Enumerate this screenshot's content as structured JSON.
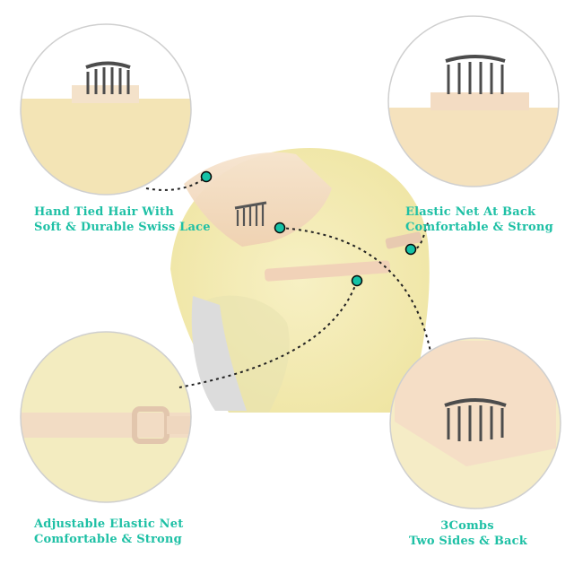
{
  "captions": {
    "top_left": {
      "line1": "Hand Tied Hair With",
      "line2": "Soft & Durable Swiss Lace"
    },
    "top_right": {
      "line1": "Elastic Net At Back",
      "line2": "Comfortable & Strong"
    },
    "bottom_left": {
      "line1": "Adjustable Elastic Net",
      "line2": "Comfortable & Strong"
    },
    "bottom_right": {
      "line1": "3Combs",
      "line2": "Two Sides & Back"
    }
  },
  "colors": {
    "accent": "#1ec0a5",
    "marker": "#14c2a6",
    "hair": "#f4ecb0",
    "lace": "#f1d7bd",
    "comb": "#555555",
    "circle_border": "#cfcfcf"
  },
  "icons": [
    "comb-icon",
    "marker-dot"
  ]
}
